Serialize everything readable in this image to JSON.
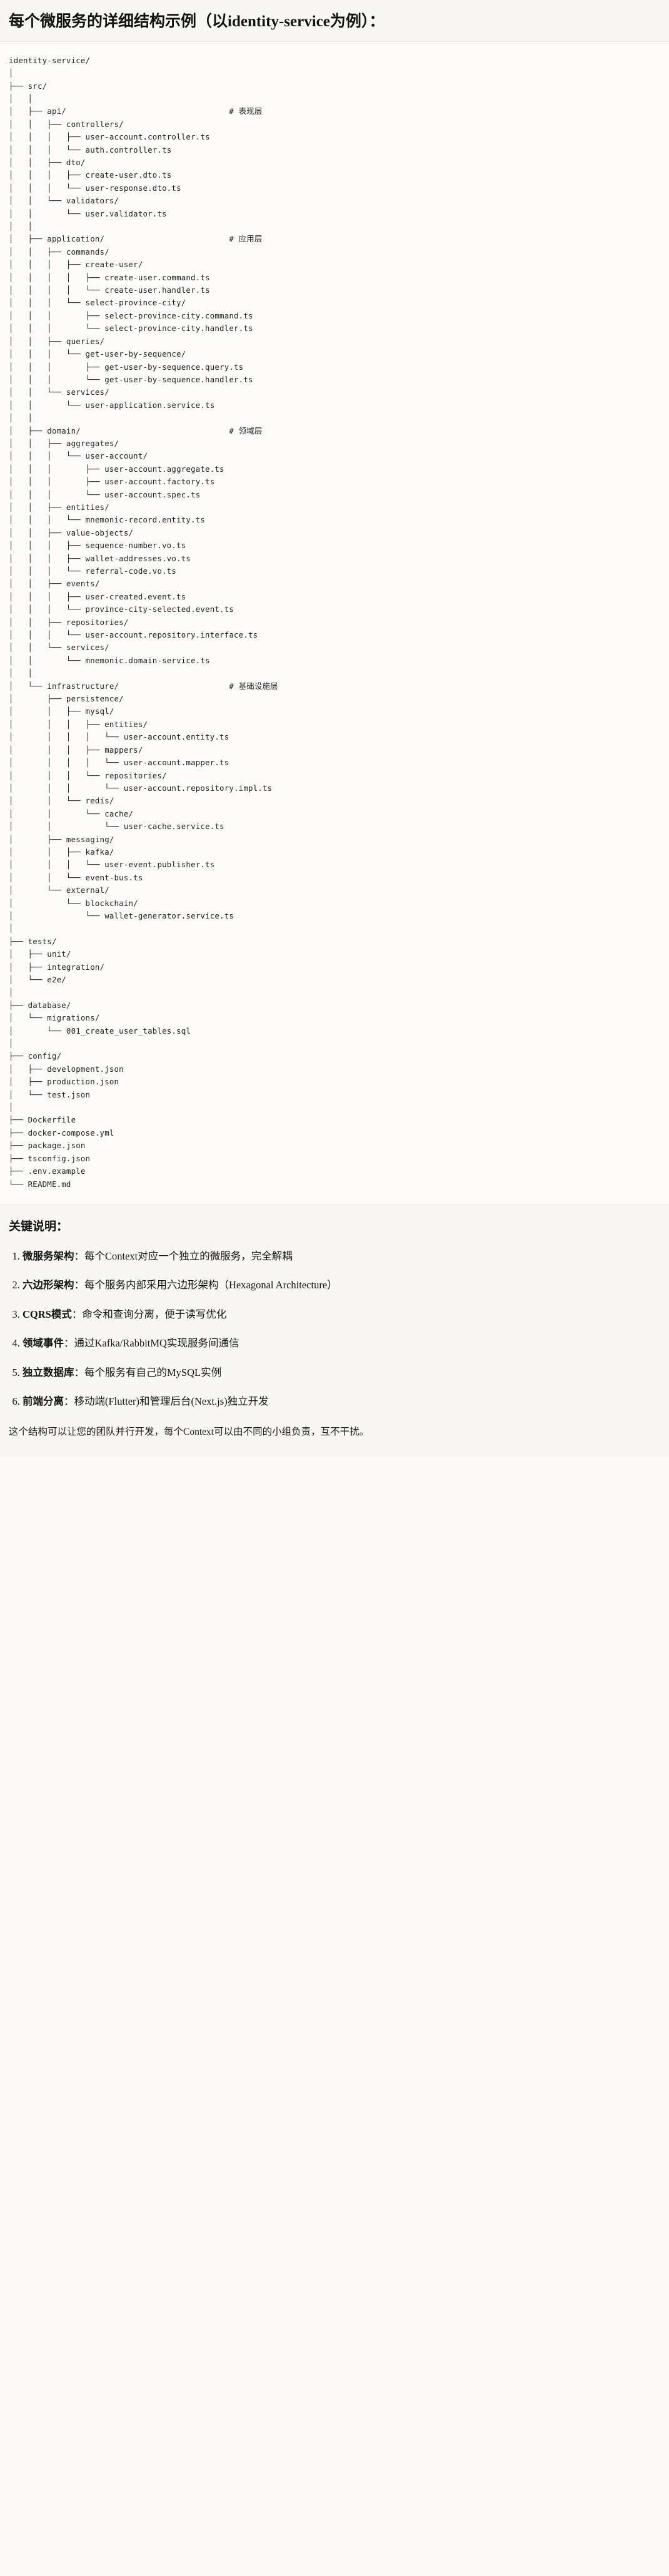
{
  "header": {
    "title": "每个微服务的详细结构示例（以identity-service为例）："
  },
  "tree": {
    "root_label": "identity-service/",
    "comments": {
      "api": "# 表现层",
      "application": "# 应用层",
      "domain": "# 领域层",
      "infrastructure": "# 基础设施层"
    },
    "text": "identity-service/\n│\n├── src/\n│   │\n│   ├── api/                                  # 表现层\n│   │   ├── controllers/\n│   │   │   ├── user-account.controller.ts\n│   │   │   └── auth.controller.ts\n│   │   ├── dto/\n│   │   │   ├── create-user.dto.ts\n│   │   │   └── user-response.dto.ts\n│   │   └── validators/\n│   │       └── user.validator.ts\n│   │\n│   ├── application/                          # 应用层\n│   │   ├── commands/\n│   │   │   ├── create-user/\n│   │   │   │   ├── create-user.command.ts\n│   │   │   │   └── create-user.handler.ts\n│   │   │   └── select-province-city/\n│   │   │       ├── select-province-city.command.ts\n│   │   │       └── select-province-city.handler.ts\n│   │   ├── queries/\n│   │   │   └── get-user-by-sequence/\n│   │   │       ├── get-user-by-sequence.query.ts\n│   │   │       └── get-user-by-sequence.handler.ts\n│   │   └── services/\n│   │       └── user-application.service.ts\n│   │\n│   ├── domain/                               # 领域层\n│   │   ├── aggregates/\n│   │   │   └── user-account/\n│   │   │       ├── user-account.aggregate.ts\n│   │   │       ├── user-account.factory.ts\n│   │   │       └── user-account.spec.ts\n│   │   ├── entities/\n│   │   │   └── mnemonic-record.entity.ts\n│   │   ├── value-objects/\n│   │   │   ├── sequence-number.vo.ts\n│   │   │   ├── wallet-addresses.vo.ts\n│   │   │   └── referral-code.vo.ts\n│   │   ├── events/\n│   │   │   ├── user-created.event.ts\n│   │   │   └── province-city-selected.event.ts\n│   │   ├── repositories/\n│   │   │   └── user-account.repository.interface.ts\n│   │   └── services/\n│   │       └── mnemonic.domain-service.ts\n│   │\n│   └── infrastructure/                       # 基础设施层\n│       ├── persistence/\n│       │   ├── mysql/\n│       │   │   ├── entities/\n│       │   │   │   └── user-account.entity.ts\n│       │   │   ├── mappers/\n│       │   │   │   └── user-account.mapper.ts\n│       │   │   └── repositories/\n│       │   │       └── user-account.repository.impl.ts\n│       │   └── redis/\n│       │       └── cache/\n│       │           └── user-cache.service.ts\n│       ├── messaging/\n│       │   ├── kafka/\n│       │   │   └── user-event.publisher.ts\n│       │   └── event-bus.ts\n│       └── external/\n│           └── blockchain/\n│               └── wallet-generator.service.ts\n│\n├── tests/\n│   ├── unit/\n│   ├── integration/\n│   └── e2e/\n│\n├── database/\n│   └── migrations/\n│       └── 001_create_user_tables.sql\n│\n├── config/\n│   ├── development.json\n│   ├── production.json\n│   └── test.json\n│\n├── Dockerfile\n├── docker-compose.yml\n├── package.json\n├── tsconfig.json\n├── .env.example\n└── README.md"
  },
  "notes": {
    "title": "关键说明：",
    "items": [
      {
        "term": "微服务架构",
        "desc": "：每个Context对应一个独立的微服务，完全解耦"
      },
      {
        "term": "六边形架构",
        "desc": "：每个服务内部采用六边形架构（Hexagonal Architecture）"
      },
      {
        "term": "CQRS模式",
        "desc": "：命令和查询分离，便于读写优化"
      },
      {
        "term": "领域事件",
        "desc": "：通过Kafka/RabbitMQ实现服务间通信"
      },
      {
        "term": "独立数据库",
        "desc": "：每个服务有自己的MySQL实例"
      },
      {
        "term": "前端分离",
        "desc": "：移动端(Flutter)和管理后台(Next.js)独立开发"
      }
    ],
    "footer": "这个结构可以让您的团队并行开发，每个Context可以由不同的小组负责，互不干扰。"
  }
}
